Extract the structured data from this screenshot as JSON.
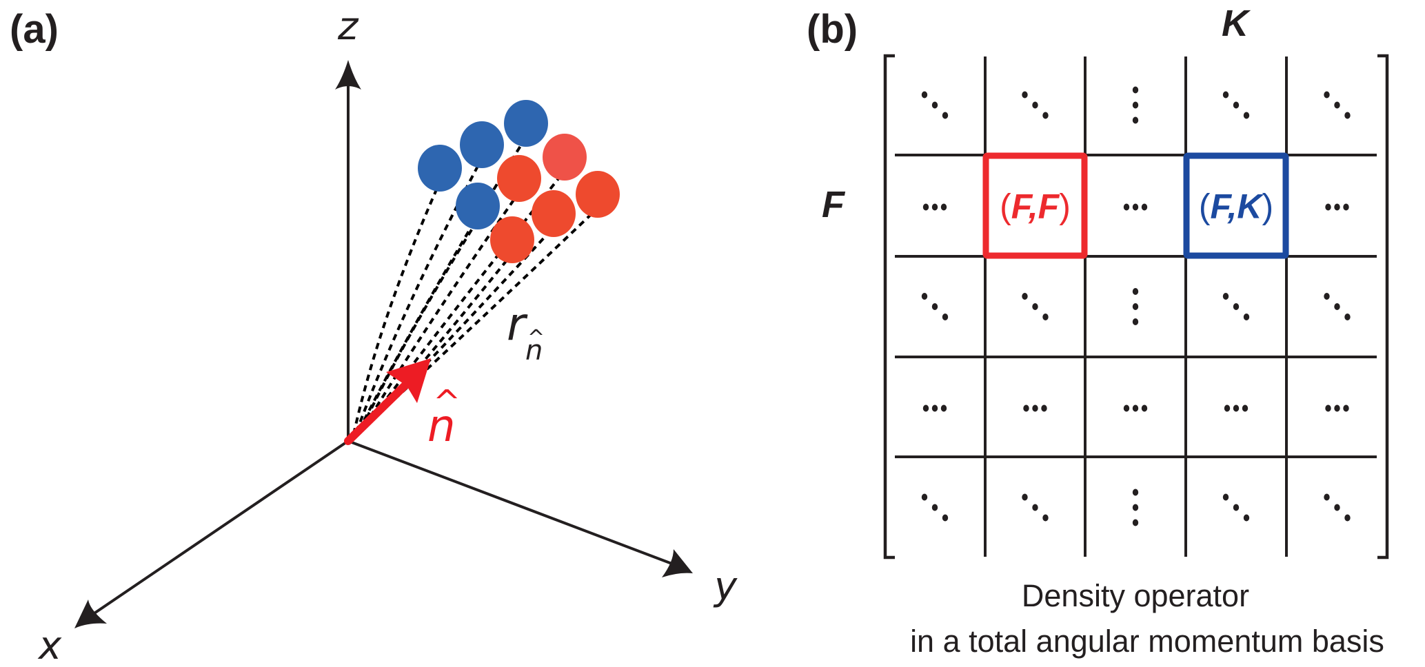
{
  "panel_a": {
    "label": "(a)",
    "axes": {
      "z": "z",
      "x": "x",
      "y": "y"
    },
    "vector_label": "n",
    "vector_hat": "^",
    "range_label": "r",
    "range_subscript": "n",
    "range_subscript_hat": "^",
    "particles": [
      {
        "color": "blue"
      },
      {
        "color": "blue"
      },
      {
        "color": "blue"
      },
      {
        "color": "blue"
      },
      {
        "color": "red"
      },
      {
        "color": "red-light"
      },
      {
        "color": "red"
      },
      {
        "color": "red"
      },
      {
        "color": "red"
      }
    ]
  },
  "panel_b": {
    "label": "(b)",
    "column_index": "K",
    "row_index": "F",
    "grid": [
      [
        "ddots",
        "ddots",
        "vdots",
        "ddots",
        "ddots"
      ],
      [
        "hdots",
        "FF",
        "hdots",
        "FK",
        "hdots"
      ],
      [
        "ddots",
        "ddots",
        "vdots",
        "ddots",
        "ddots"
      ],
      [
        "hdots",
        "hdots",
        "hdots",
        "hdots",
        "hdots"
      ],
      [
        "ddots",
        "ddots",
        "vdots",
        "ddots",
        "ddots"
      ]
    ],
    "highlights": {
      "FF": {
        "open": "(",
        "a": "F",
        "comma": ",",
        "b": "F",
        "close": ")",
        "color": "#ed2a2e"
      },
      "FK": {
        "open": "(",
        "a": "F",
        "comma": ",",
        "b": "K",
        "close": ")",
        "color": "#1c4aa0"
      }
    },
    "caption_line1": "Density operator",
    "caption_line2": "in a total angular momentum basis"
  },
  "colors": {
    "blue": "#2e66b0",
    "red": "#ee4a2e",
    "red-light": "#ef5248",
    "vector": "#ed1c24",
    "ink": "#231f20"
  }
}
